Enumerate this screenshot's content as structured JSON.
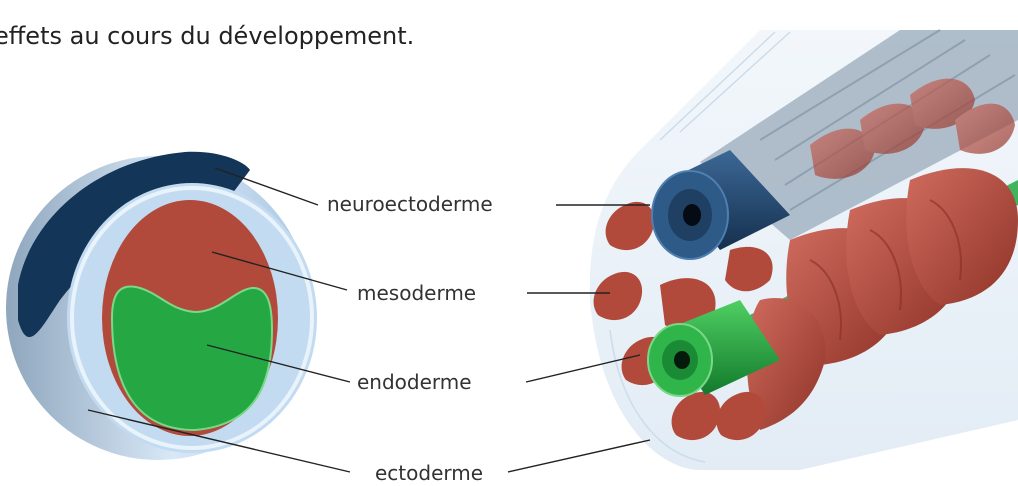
{
  "intro_text": "effets au cours du développement.",
  "labels": {
    "neuroectoderm": "neuroectoderme",
    "mesoderm": "mesoderme",
    "endoderm": "endoderme",
    "ectoderm": "ectoderme"
  },
  "colors": {
    "neuroectoderm": "#1f3f63",
    "mesoderm": "#b24a3c",
    "endoderm": "#25a843",
    "ectoderm": "#b7d3ec"
  }
}
